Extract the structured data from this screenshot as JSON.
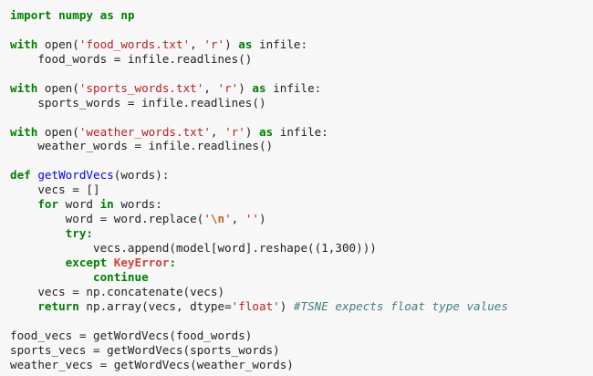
{
  "colors": {
    "background": "#f7f7f7",
    "default_text": "#222222",
    "keyword": "#008000",
    "function_name": "#0000ff",
    "string": "#ba2121",
    "escape": "#bb6622",
    "exception": "#d2413a",
    "comment": "#408080"
  },
  "code": {
    "lines": [
      [
        {
          "t": "import",
          "c": "kw"
        },
        {
          "t": " "
        },
        {
          "t": "numpy",
          "c": "kw"
        },
        {
          "t": " "
        },
        {
          "t": "as",
          "c": "kw"
        },
        {
          "t": " "
        },
        {
          "t": "np",
          "c": "kw"
        }
      ],
      [],
      [
        {
          "t": "with",
          "c": "kw"
        },
        {
          "t": " open("
        },
        {
          "t": "'food_words.txt'",
          "c": "str"
        },
        {
          "t": ", "
        },
        {
          "t": "'r'",
          "c": "str"
        },
        {
          "t": ") "
        },
        {
          "t": "as",
          "c": "kw"
        },
        {
          "t": " infile:"
        }
      ],
      [
        {
          "t": "    food_words = infile.readlines()"
        }
      ],
      [],
      [
        {
          "t": "with",
          "c": "kw"
        },
        {
          "t": " open("
        },
        {
          "t": "'sports_words.txt'",
          "c": "str"
        },
        {
          "t": ", "
        },
        {
          "t": "'r'",
          "c": "str"
        },
        {
          "t": ") "
        },
        {
          "t": "as",
          "c": "kw"
        },
        {
          "t": " infile:"
        }
      ],
      [
        {
          "t": "    sports_words = infile.readlines()"
        }
      ],
      [],
      [
        {
          "t": "with",
          "c": "kw"
        },
        {
          "t": " open("
        },
        {
          "t": "'weather_words.txt'",
          "c": "str"
        },
        {
          "t": ", "
        },
        {
          "t": "'r'",
          "c": "str"
        },
        {
          "t": ") "
        },
        {
          "t": "as",
          "c": "kw"
        },
        {
          "t": " infile:"
        }
      ],
      [
        {
          "t": "    weather_words = infile.readlines()"
        }
      ],
      [],
      [
        {
          "t": "def",
          "c": "kw"
        },
        {
          "t": " "
        },
        {
          "t": "getWordVecs",
          "c": "fn"
        },
        {
          "t": "(words):"
        }
      ],
      [
        {
          "t": "    vecs = []"
        }
      ],
      [
        {
          "t": "    "
        },
        {
          "t": "for",
          "c": "kw"
        },
        {
          "t": " word "
        },
        {
          "t": "in",
          "c": "kw"
        },
        {
          "t": " words:"
        }
      ],
      [
        {
          "t": "        word = word.replace("
        },
        {
          "t": "'",
          "c": "str"
        },
        {
          "t": "\\n",
          "c": "esc"
        },
        {
          "t": "'",
          "c": "str"
        },
        {
          "t": ", "
        },
        {
          "t": "''",
          "c": "str"
        },
        {
          "t": ")"
        }
      ],
      [
        {
          "t": "        "
        },
        {
          "t": "try",
          "c": "kw"
        },
        {
          "t": ":",
          "c": "kw"
        }
      ],
      [
        {
          "t": "            vecs.append(model[word].reshape(("
        },
        {
          "t": "1",
          "c": "num"
        },
        {
          "t": ","
        },
        {
          "t": "300",
          "c": "num"
        },
        {
          "t": ")))"
        }
      ],
      [
        {
          "t": "        "
        },
        {
          "t": "except",
          "c": "kw"
        },
        {
          "t": " "
        },
        {
          "t": "KeyError",
          "c": "exc"
        },
        {
          "t": ":",
          "c": "kw"
        }
      ],
      [
        {
          "t": "            "
        },
        {
          "t": "continue",
          "c": "kw"
        }
      ],
      [
        {
          "t": "    vecs = np.concatenate(vecs)"
        }
      ],
      [
        {
          "t": "    "
        },
        {
          "t": "return",
          "c": "kw"
        },
        {
          "t": " np.array(vecs, dtype="
        },
        {
          "t": "'float'",
          "c": "str"
        },
        {
          "t": ") "
        },
        {
          "t": "#TSNE expects float type values",
          "c": "cm"
        }
      ],
      [],
      [
        {
          "t": "food_vecs = getWordVecs(food_words)"
        }
      ],
      [
        {
          "t": "sports_vecs = getWordVecs(sports_words)"
        }
      ],
      [
        {
          "t": "weather_vecs = getWordVecs(weather_words)"
        }
      ]
    ]
  }
}
